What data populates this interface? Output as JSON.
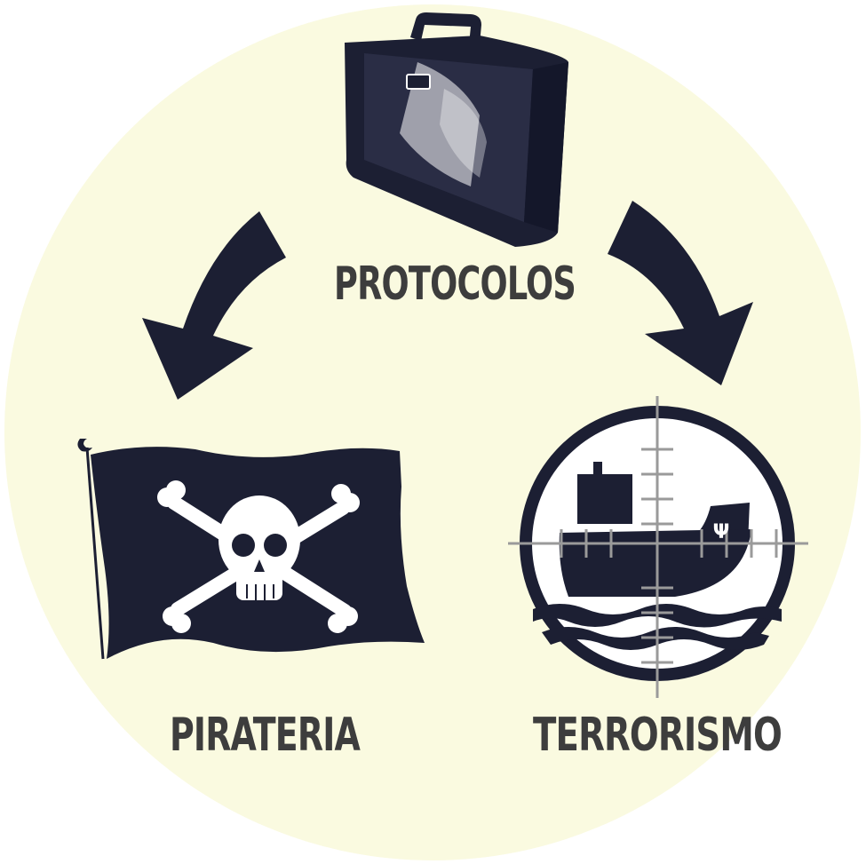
{
  "diagram": {
    "center": {
      "label": "PROTOCOLOS",
      "icon": "briefcase-icon"
    },
    "left": {
      "label": "PIRATERIA",
      "icon": "pirate-flag-icon"
    },
    "right": {
      "label": "TERRORISMO",
      "icon": "ship-crosshair-icon"
    },
    "arrows": [
      {
        "from": "PROTOCOLOS",
        "to": "PIRATERIA"
      },
      {
        "from": "PROTOCOLOS",
        "to": "TERRORISMO"
      }
    ]
  },
  "colors": {
    "background_circle": "#fafae0",
    "ink": "#1c1f33",
    "label": "#3d3d3d"
  }
}
